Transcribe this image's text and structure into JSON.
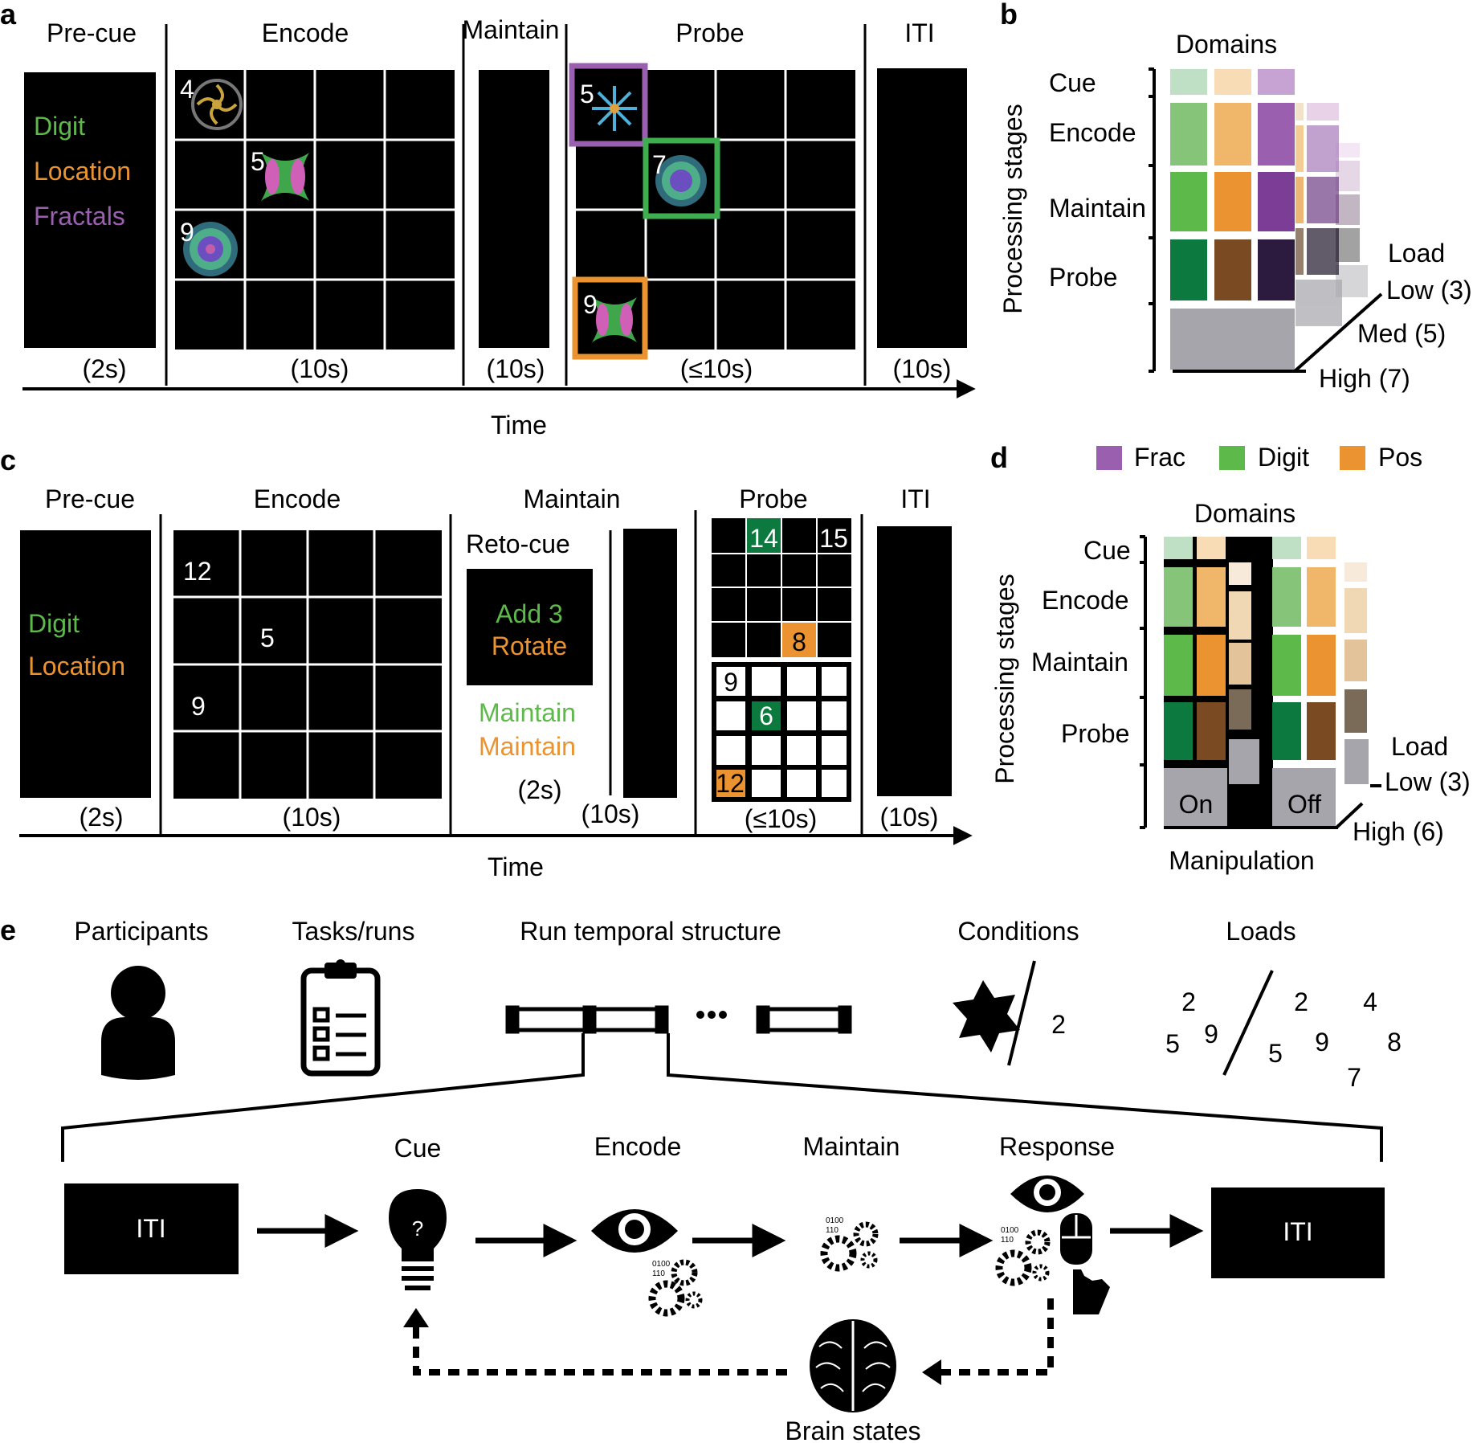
{
  "panel_letters": {
    "a": "a",
    "b": "b",
    "c": "c",
    "d": "d",
    "e": "e"
  },
  "panel_a": {
    "headers": {
      "precue": "Pre-cue",
      "encode": "Encode",
      "maintain": "Maintain",
      "probe": "Probe",
      "iti": "ITI"
    },
    "cue_words": {
      "digit": "Digit",
      "location": "Location",
      "fractals": "Fractals"
    },
    "durations": {
      "precue": "(2s)",
      "encode": "(10s)",
      "maintain": "(10s)",
      "probe": "(≤10s)",
      "iti": "(10s)"
    },
    "encode_items": [
      {
        "label": "4"
      },
      {
        "label": "5"
      },
      {
        "label": "9"
      }
    ],
    "probe_items": [
      {
        "label": "5"
      },
      {
        "label": "7"
      },
      {
        "label": "9"
      }
    ],
    "time_label": "Time"
  },
  "panel_b": {
    "domains_label": "Domains",
    "axis_label": "Processing stages",
    "stages": {
      "cue": "Cue",
      "encode": "Encode",
      "maintain": "Maintain",
      "probe": "Probe"
    },
    "load_label": "Load",
    "loads": {
      "low": "Low (3)",
      "med": "Med (5)",
      "high": "High (7)"
    }
  },
  "panel_c": {
    "headers": {
      "precue": "Pre-cue",
      "encode": "Encode",
      "maintain": "Maintain",
      "probe": "Probe",
      "iti": "ITI"
    },
    "cue_words": {
      "digit": "Digit",
      "location": "Location"
    },
    "encode_numbers": {
      "n1": "12",
      "n2": "5",
      "n3": "9"
    },
    "retrocue_label": "Reto-cue",
    "retrocue_box": {
      "line1": "Add 3",
      "line2": "Rotate"
    },
    "maintain_words": {
      "m1": "Maintain",
      "m2": "Maintain"
    },
    "durations": {
      "precue": "(2s)",
      "encode": "(10s)",
      "retrocue": "(2s)",
      "maintain": "(10s)",
      "probe": "(≤10s)",
      "iti": "(10s)"
    },
    "probe_top": {
      "n14": "14",
      "n15": "15",
      "n8": "8"
    },
    "probe_bottom": {
      "n9": "9",
      "n6": "6",
      "n12": "12"
    },
    "time_label": "Time"
  },
  "panel_d": {
    "legend": {
      "frac": "Frac",
      "digit": "Digit",
      "pos": "Pos"
    },
    "domains_label": "Domains",
    "axis_label": "Processing stages",
    "stages": {
      "cue": "Cue",
      "encode": "Encode",
      "maintain": "Maintain",
      "probe": "Probe"
    },
    "load_label": "Load",
    "loads": {
      "low": "Low (3)",
      "high": "High (6)"
    },
    "manip": {
      "on": "On",
      "off": "Off",
      "label": "Manipulation"
    }
  },
  "panel_e": {
    "categories": {
      "participants": "Participants",
      "tasks": "Tasks/runs",
      "run": "Run temporal structure",
      "conditions": "Conditions",
      "loads": "Loads"
    },
    "conditions_count": "2",
    "loads_left": {
      "a": "2",
      "b": "5",
      "c": "9"
    },
    "loads_right": {
      "a": "2",
      "b": "4",
      "c": "5",
      "d": "9",
      "e": "8",
      "f": "7"
    },
    "flow": {
      "iti_left": "ITI",
      "cue": "Cue",
      "encode": "Encode",
      "maintain": "Maintain",
      "response": "Response",
      "iti_right": "ITI"
    },
    "binary": {
      "line1": "0100",
      "line2": "110"
    },
    "bulb_mark": "?",
    "brain_label": "Brain states"
  },
  "colors": {
    "digit": "#5db94a",
    "location": "#ea9330",
    "fractal": "#9b5fb0",
    "digit_dark": "#0c7a3e",
    "pos_dark": "#7a4b22",
    "frac_dark": "#2c1b3e",
    "load_gray": "#a5a5ab"
  }
}
